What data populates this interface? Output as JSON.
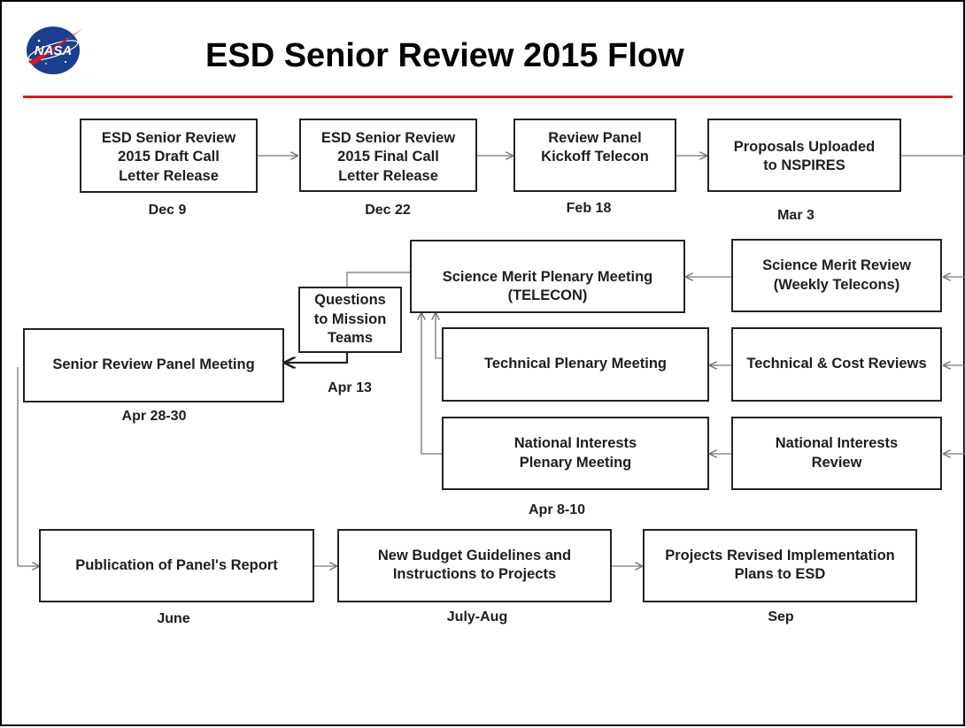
{
  "title": "ESD Senior Review 2015 Flow",
  "logo_text": "NASA",
  "colors": {
    "accent_line": "#d9191f",
    "box_border": "#222222",
    "connector": "#777777",
    "logo_blue": "#1b3e8f"
  },
  "nodes": {
    "draft_call": "ESD Senior Review\n2015 Draft Call\nLetter Release",
    "final_call": "ESD Senior Review\n2015 Final Call\nLetter Release",
    "kickoff": "Review Panel\nKickoff Telecon",
    "proposals": "Proposals Uploaded\nto NSPIRES",
    "sci_merit_review": "Science Merit Review\n(Weekly Telecons)",
    "sci_merit_plenary": "Science Merit Plenary Meeting\n(TELECON)",
    "questions": "Questions\nto Mission\nTeams",
    "senior_panel": "Senior Review Panel Meeting",
    "tech_plenary": "Technical Plenary Meeting",
    "tech_cost": "Technical & Cost Reviews",
    "nat_review": "National Interests\nReview",
    "nat_plenary": "National Interests\nPlenary Meeting",
    "publication": "Publication of Panel's Report",
    "budget": "New Budget Guidelines and\nInstructions to Projects",
    "projects": "Projects Revised Implementation\nPlans to ESD"
  },
  "dates": {
    "draft_call": "Dec 9",
    "final_call": "Dec 22",
    "kickoff": "Feb 18",
    "proposals": "Mar 3",
    "questions": "Apr 13",
    "senior_panel": "Apr 28-30",
    "plenaries": "Apr 8-10",
    "publication": "June",
    "budget": "July-Aug",
    "projects": "Sep"
  }
}
